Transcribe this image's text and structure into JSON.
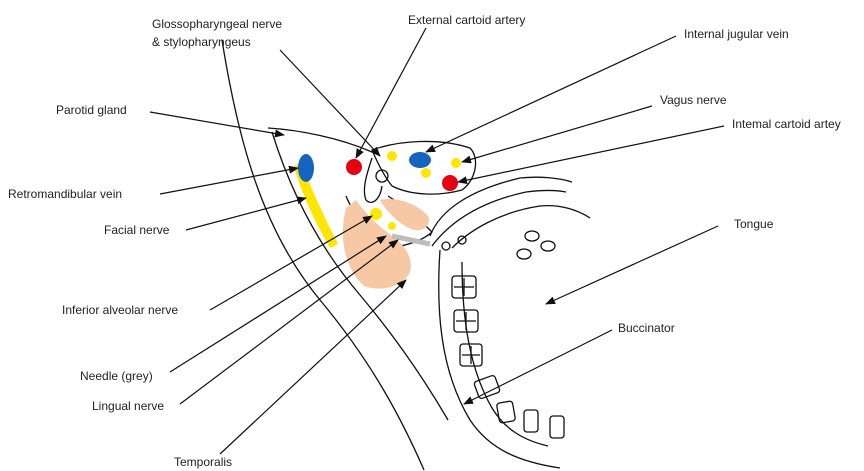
{
  "labels": {
    "glossopharyngeal": [
      "Glossopharyngeal nerve",
      "& stylopharyngeus"
    ],
    "external_carotid": "External cartoid artery",
    "internal_jugular": "Internal jugular vein",
    "parotid": "Parotid gland",
    "vagus": "Vagus nerve",
    "internal_carotid": "Intemal cartoid artey",
    "retromandibular": "Retromandibular vein",
    "facial": "Facial nerve",
    "tongue": "Tongue",
    "inferior_alveolar": "Inferior alveolar nerve",
    "buccinator": "Buccinator",
    "needle": "Needle (grey)",
    "lingual": "Lingual nerve",
    "temporalis": "Temporalis"
  },
  "colors": {
    "artery": "#e60012",
    "vein": "#1565c0",
    "nerve": "#ffe600",
    "muscle": "#f6c9a4",
    "needle": "#bdbdbd",
    "outline": "#111111"
  }
}
